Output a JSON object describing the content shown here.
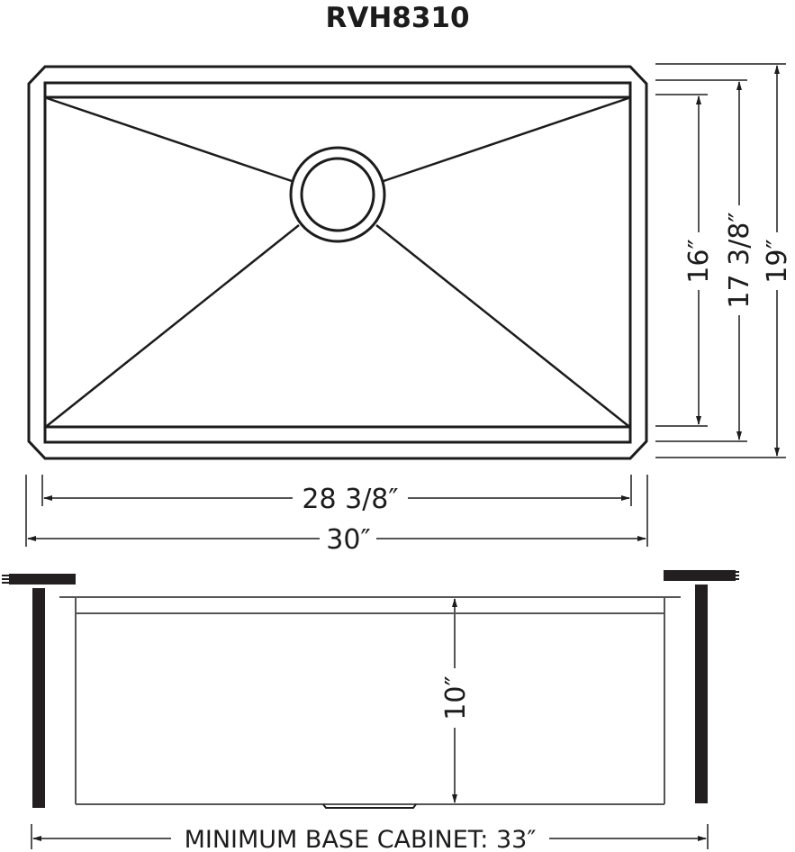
{
  "title": "RVH8310",
  "top_view": {
    "inner_width_label": "28 3/8″",
    "outer_width_label": "30″",
    "bowl_depth_label": "16″",
    "inner_depth_label": "17 3/8″",
    "outer_depth_label": "19″",
    "drain": "drain-circle"
  },
  "side_view": {
    "bowl_height_label": "10″",
    "cabinet_label": "MINIMUM BASE CABINET: 33″"
  },
  "colors": {
    "line": "#1c1c1c",
    "dim_line": "#555555",
    "background": "#ffffff"
  }
}
